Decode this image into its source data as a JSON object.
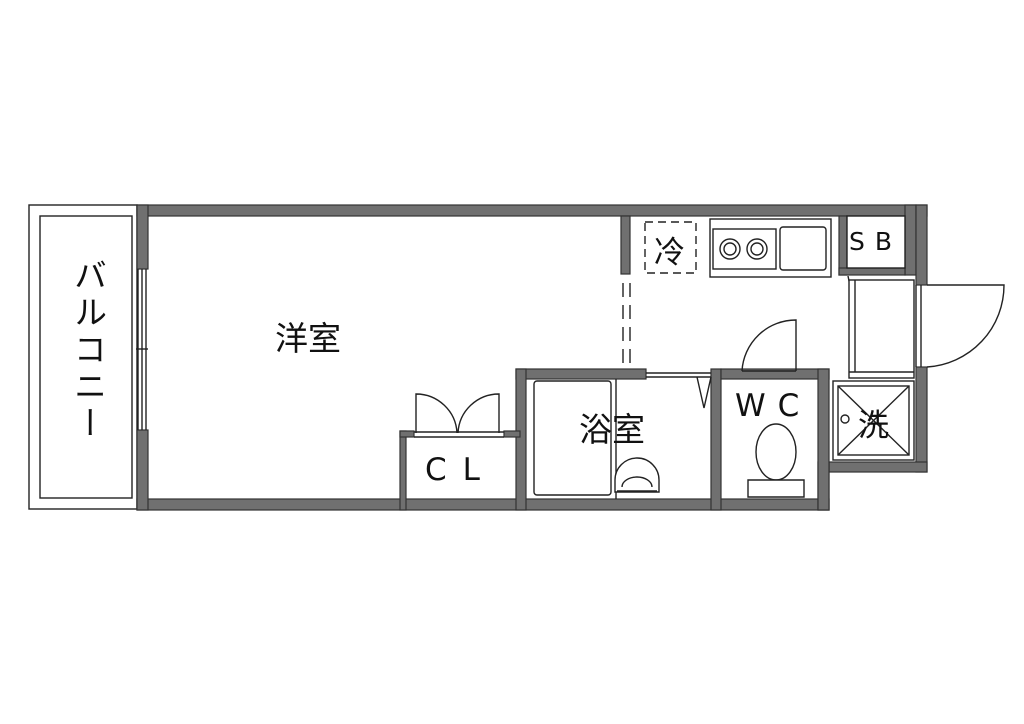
{
  "floorplan": {
    "rooms": {
      "balcony": "バルコニー",
      "western_room": "洋室",
      "bathroom": "浴室",
      "toilet": "WC",
      "closet": "CL",
      "refrigerator": "冷",
      "shoe_box": "SB",
      "washer": "洗"
    }
  },
  "colors": {
    "wall": "#707070",
    "line": "#222222",
    "background": "#ffffff"
  }
}
